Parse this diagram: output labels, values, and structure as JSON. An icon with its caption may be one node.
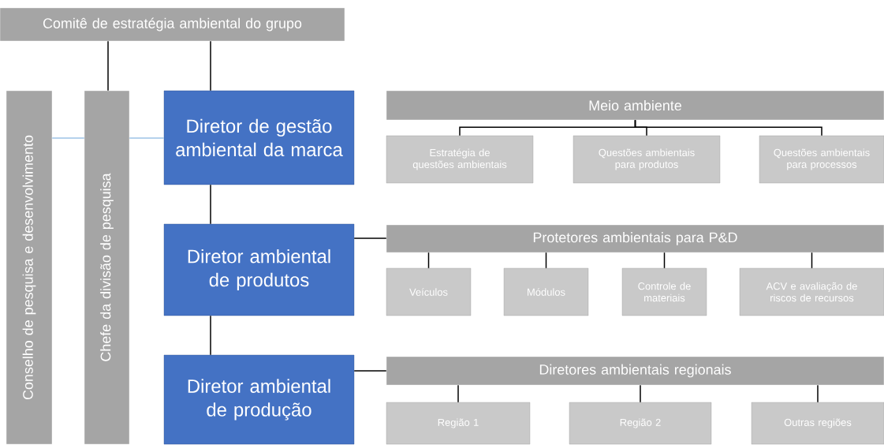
{
  "diagram": {
    "nodes": [
      {
        "text": [
          "Comitê de estratégia ambiental do grupo"
        ]
      },
      {
        "text": [
          "Conselho de pesquisa e desenvolvimento"
        ]
      },
      {
        "text": [
          "Chefe da divisão de pesquisa"
        ]
      },
      {
        "text": [
          "Diretor de gestão ambiental da marca"
        ]
      },
      {
        "text": [
          "Diretor ambiental de produtos"
        ]
      },
      {
        "text": [
          "Diretor ambiental de produção"
        ]
      },
      {
        "text": [
          "Meio ambiente"
        ]
      },
      {
        "text": [
          "Estratégia de questões ambientais"
        ]
      },
      {
        "text": [
          "Questões ambientais para produtos"
        ]
      },
      {
        "text": [
          "Questões ambientais para processos"
        ]
      },
      {
        "text": [
          "Protetores ambientais para P&D"
        ]
      },
      {
        "text": [
          "Veículos"
        ]
      },
      {
        "text": [
          "Módulos"
        ]
      },
      {
        "text": [
          "Controle de materiais"
        ]
      },
      {
        "text": [
          "ACV e avaliação de riscos de recursos"
        ]
      },
      {
        "text": [
          "Diretores ambientais regionais"
        ]
      },
      {
        "text": [
          "Região 1"
        ]
      },
      {
        "text": [
          "Região 2"
        ]
      },
      {
        "text": [
          "Outras regiões"
        ]
      }
    ],
    "edges": [
      {
        "from": 0,
        "to": 2,
        "arrow": "none"
      },
      {
        "from": 0,
        "to": 3,
        "arrow": "none"
      },
      {
        "from": 1,
        "to": 2,
        "arrow": "none",
        "color": "#9dc3e6"
      },
      {
        "from": 2,
        "to": 3,
        "arrow": "none",
        "color": "#9dc3e6"
      },
      {
        "from": 3,
        "to": 4,
        "arrow": "none"
      },
      {
        "from": 4,
        "to": 5,
        "arrow": "none"
      },
      {
        "from": 6,
        "to": 7,
        "arrow": "none"
      },
      {
        "from": 6,
        "to": 8,
        "arrow": "none"
      },
      {
        "from": 6,
        "to": 9,
        "arrow": "none"
      },
      {
        "from": 4,
        "to": 10,
        "arrow": "none"
      },
      {
        "from": 10,
        "to": 11,
        "arrow": "none"
      },
      {
        "from": 10,
        "to": 12,
        "arrow": "none"
      },
      {
        "from": 10,
        "to": 13,
        "arrow": "none"
      },
      {
        "from": 10,
        "to": 14,
        "arrow": "none"
      },
      {
        "from": 5,
        "to": 15,
        "arrow": "none"
      },
      {
        "from": 15,
        "to": 16,
        "arrow": "none"
      },
      {
        "from": 15,
        "to": 17,
        "arrow": "none"
      },
      {
        "from": 15,
        "to": 18,
        "arrow": "none"
      }
    ]
  }
}
